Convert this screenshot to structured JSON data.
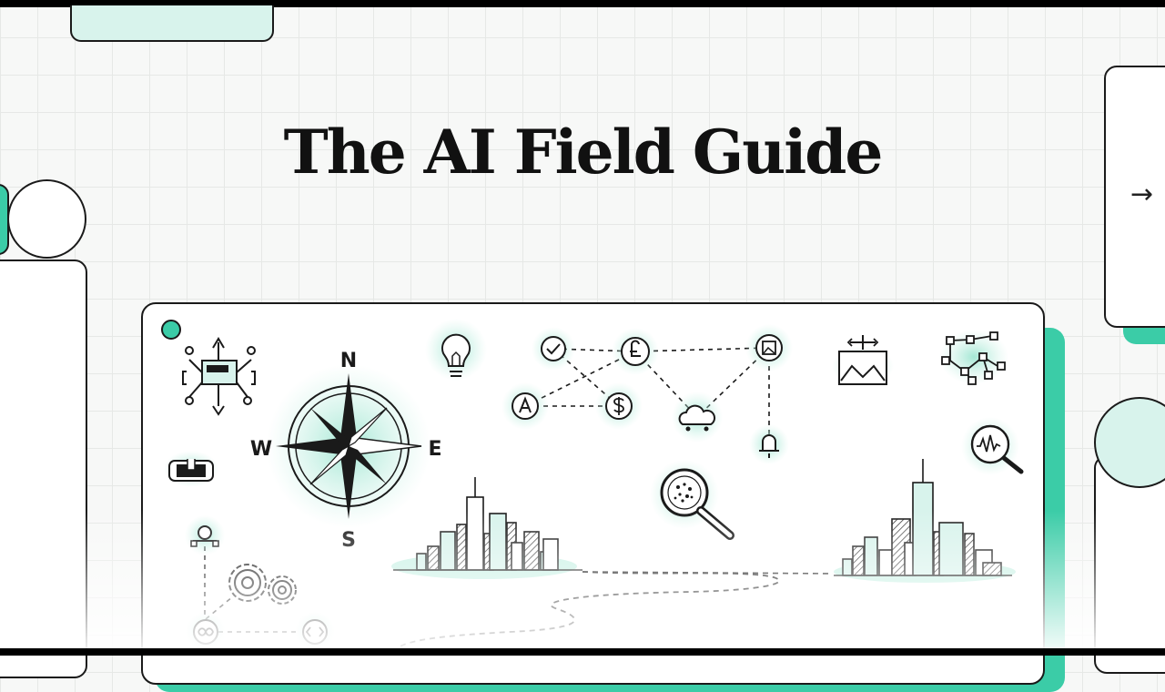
{
  "title": "The AI Field Guide",
  "compass": {
    "north": "N",
    "south": "S",
    "east": "E",
    "west": "W"
  },
  "nav": {
    "arrow_glyph": "→"
  },
  "colors": {
    "accent": "#3bcca7",
    "accent_light": "#d8f3ec",
    "ink": "#1a1a1a",
    "background": "#f7f8f7"
  },
  "icons": [
    "network-hub-icon",
    "lightbulb-icon",
    "check-node-icon",
    "pound-node-icon",
    "image-node-icon",
    "a-node-icon",
    "dollar-node-icon",
    "cloud-node-icon",
    "bell-node-icon",
    "mail-icon",
    "flowchart-icon",
    "magnifier-icon",
    "waveform-magnifier-icon",
    "gear-icon",
    "city-skyline-icon"
  ]
}
